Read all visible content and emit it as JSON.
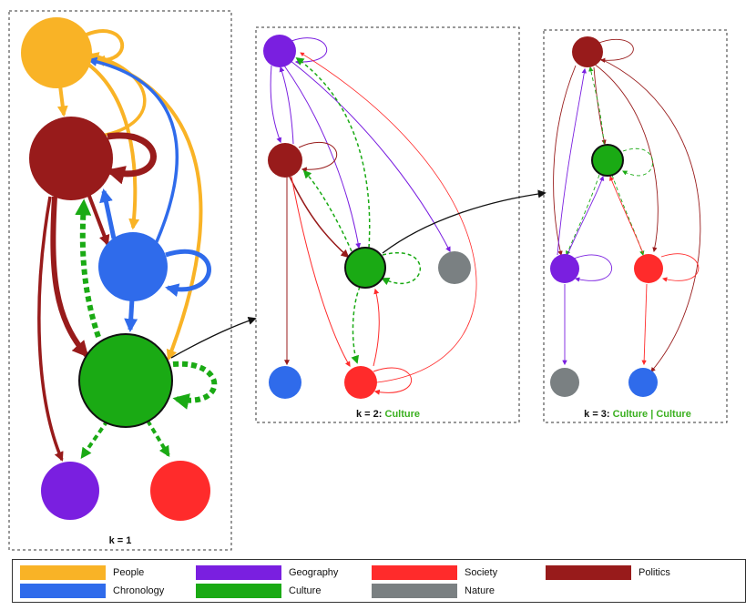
{
  "panels": {
    "k1": {
      "title": "k = 1"
    },
    "k2": {
      "title_prefix": "k = 2: ",
      "title_highlight": "Culture"
    },
    "k3": {
      "title_prefix": "k = 3: ",
      "title_highlight": "Culture | Culture"
    }
  },
  "legend": [
    {
      "label": "People",
      "color": "#F9B326"
    },
    {
      "label": "Geography",
      "color": "#7A1FE0"
    },
    {
      "label": "Society",
      "color": "#FF2B2B"
    },
    {
      "label": "Politics",
      "color": "#981B1B"
    },
    {
      "label": "Chronology",
      "color": "#2F6BEB"
    },
    {
      "label": "Culture",
      "color": "#1AAA14"
    },
    {
      "label": "Nature",
      "color": "#7A8082"
    }
  ],
  "colors": {
    "people": "#F9B326",
    "geography": "#7A1FE0",
    "society": "#FF2B2B",
    "politics": "#981B1B",
    "chronology": "#2F6BEB",
    "culture": "#1AAA14",
    "nature": "#7A8082",
    "highlight_text": "#3BB020"
  }
}
